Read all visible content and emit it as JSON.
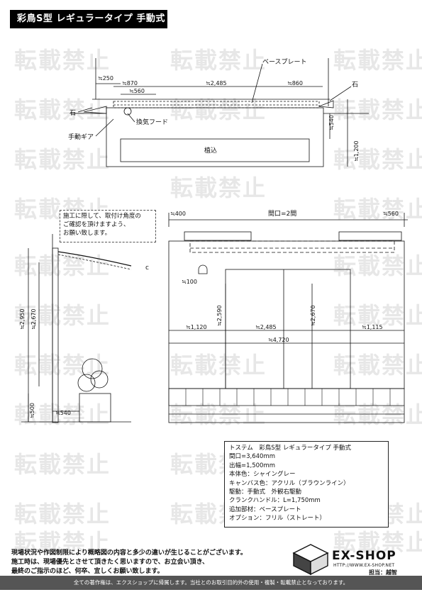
{
  "header": {
    "title": "彩鳥S型 レギュラータイプ 手動式"
  },
  "watermark": {
    "text": "転載禁止"
  },
  "top_view": {
    "dims": [
      "≒250",
      "≒870",
      "≒560",
      "≒2,485",
      "≒860",
      "≒540",
      "≒1,200"
    ],
    "labels": {
      "base_plate": "ベースプレート",
      "stone_right": "石",
      "stone_left": "石",
      "vent_hood": "換気フード",
      "gear": "手動ギア",
      "planting": "植込"
    }
  },
  "side_view": {
    "dims": [
      "≒2,950",
      "≒2,670",
      "≒500",
      "≒540"
    ],
    "marker": "c"
  },
  "note": [
    "施工に際して、取付け角度の",
    "ご確認を頂けますよう、",
    "お願い致します。"
  ],
  "front_view": {
    "dims": [
      "≒400",
      "間口=2間",
      "≒560",
      "≒100",
      "≒2,590",
      "≒2,670",
      "≒1,120",
      "≒2,485",
      "≒1,115",
      "≒4,720"
    ]
  },
  "spec": [
    "トステム　彩鳥S型 レギュラータイプ 手動式",
    "間口=3,640mm",
    "出幅=1,500mm",
    "本体色：シャイングレー",
    "キャンバス色：アクリル（ブラウンライン）",
    "駆動：手動式　外観右駆動",
    "クランクハンドル：L=1,750mm",
    "追加部材：ベースプレート",
    "オプション：フリル（ストレート）"
  ],
  "footer": {
    "lines": [
      "現場状況や作図制限により概略図の内容と多少の違いが生じることがございます。",
      "施工時は、現場優先とさせて頂きたく思いますので、お立会い頂き、",
      "最終のご指示のほど、何卒、宜しくお願い致します。"
    ],
    "brand": "EX-SHOP",
    "url": "HTTP://WWW.EX-SHOP.NET",
    "staff": "担当：越智",
    "copyright": "全ての著作権は、エクスショップに帰属します。当社とのお取引目的外の使用・複製・転載禁止となっております。"
  }
}
